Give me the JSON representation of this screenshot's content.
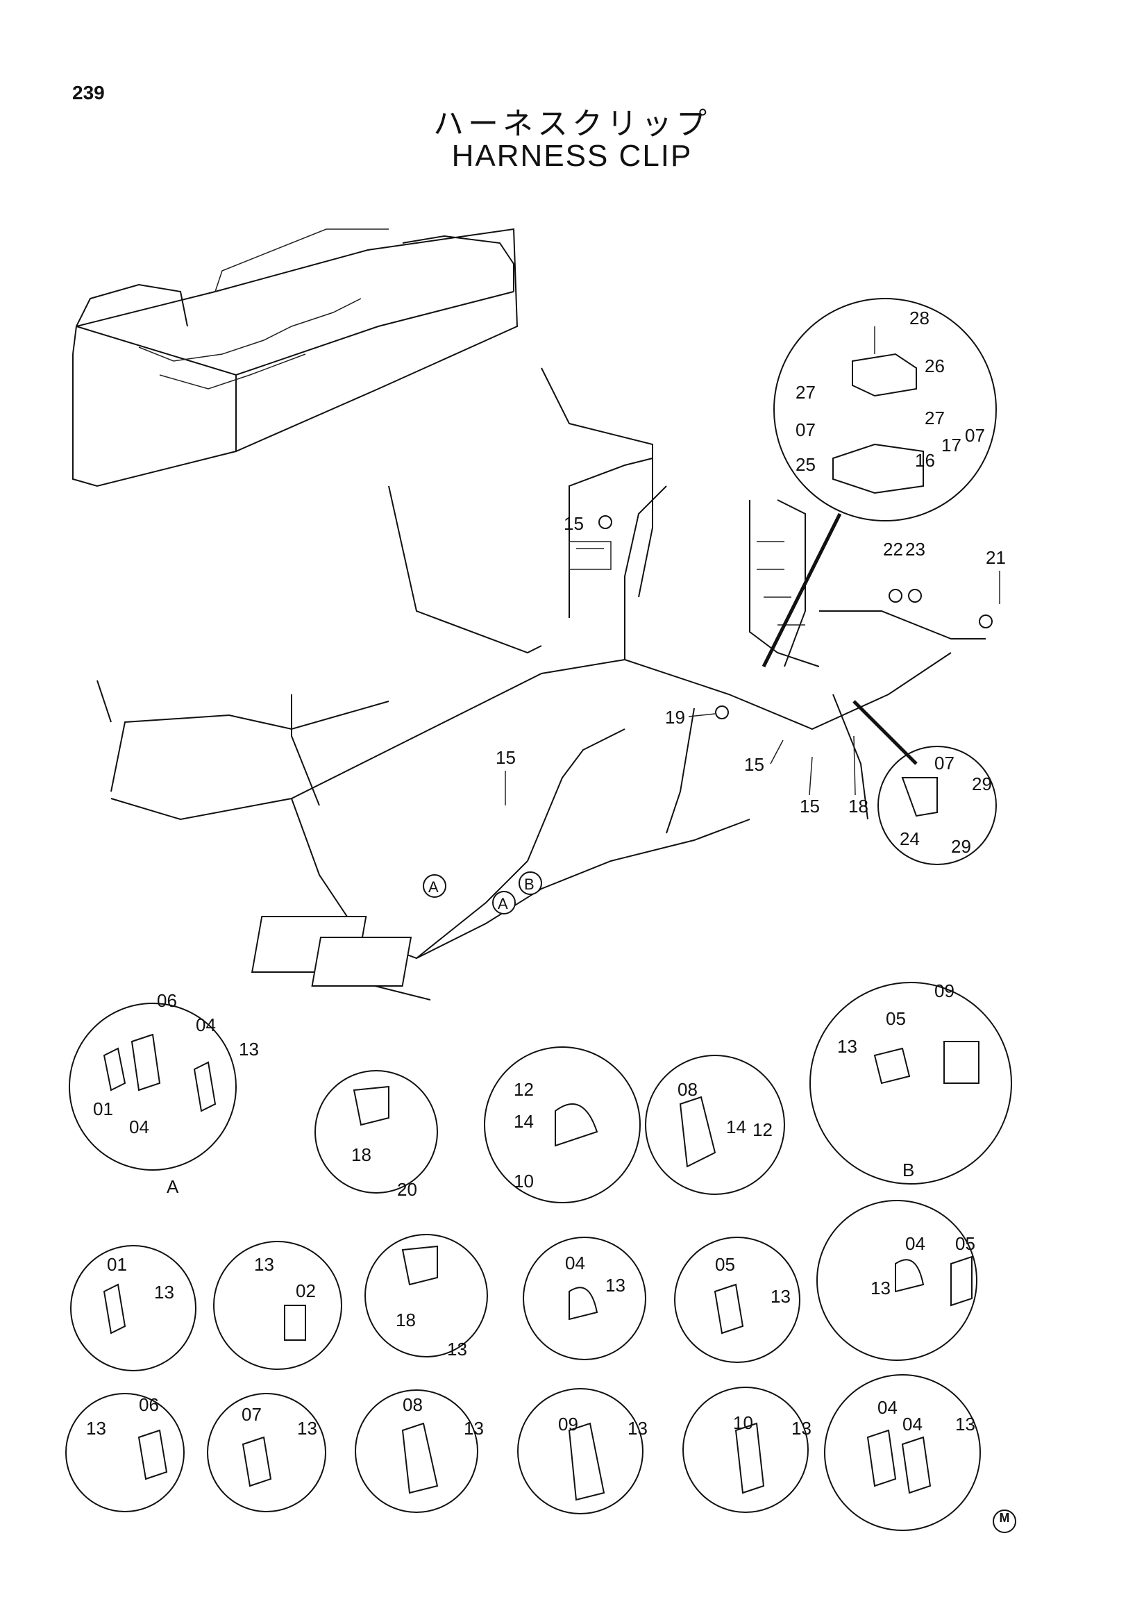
{
  "page_number": "239",
  "title_jp": "ハーネスクリップ",
  "title_en": "HARNESS CLIP",
  "main_callouts": [
    {
      "id": "c15a",
      "text": "15"
    },
    {
      "id": "c15b",
      "text": "15"
    },
    {
      "id": "c15c",
      "text": "15"
    },
    {
      "id": "c15d",
      "text": "15"
    },
    {
      "id": "c19",
      "text": "19"
    },
    {
      "id": "c18",
      "text": "18"
    },
    {
      "id": "c21",
      "text": "21"
    },
    {
      "id": "c22",
      "text": "22"
    },
    {
      "id": "c23",
      "text": "23"
    },
    {
      "id": "refA1",
      "text": "A"
    },
    {
      "id": "refA2",
      "text": "A"
    },
    {
      "id": "refB",
      "text": "B"
    }
  ],
  "details": [
    {
      "id": "d-top",
      "labels": [
        "28",
        "26",
        "27",
        "27",
        "07",
        "25",
        "16",
        "17",
        "07"
      ]
    },
    {
      "id": "d-right",
      "labels": [
        "07",
        "29",
        "24",
        "29"
      ]
    },
    {
      "id": "d-A",
      "caption": "A",
      "labels": [
        "06",
        "04",
        "13",
        "01",
        "04"
      ]
    },
    {
      "id": "d-18-20",
      "labels": [
        "18",
        "20"
      ]
    },
    {
      "id": "d-12-14-10",
      "labels": [
        "12",
        "14",
        "10"
      ]
    },
    {
      "id": "d-08-14-12",
      "labels": [
        "08",
        "14",
        "12"
      ]
    },
    {
      "id": "d-B",
      "caption": "B",
      "labels": [
        "09",
        "05",
        "13"
      ]
    },
    {
      "id": "d-01",
      "labels": [
        "01",
        "13"
      ]
    },
    {
      "id": "d-02",
      "labels": [
        "13",
        "02"
      ]
    },
    {
      "id": "d-18-13",
      "labels": [
        "18",
        "13"
      ]
    },
    {
      "id": "d-04",
      "labels": [
        "04",
        "13"
      ]
    },
    {
      "id": "d-05",
      "labels": [
        "05",
        "13"
      ]
    },
    {
      "id": "d-04-05",
      "labels": [
        "04",
        "05",
        "13"
      ]
    },
    {
      "id": "d-06",
      "labels": [
        "06",
        "13"
      ]
    },
    {
      "id": "d-07",
      "labels": [
        "07",
        "13"
      ]
    },
    {
      "id": "d-08",
      "labels": [
        "08",
        "13"
      ]
    },
    {
      "id": "d-09",
      "labels": [
        "09",
        "13"
      ]
    },
    {
      "id": "d-10",
      "labels": [
        "10",
        "13"
      ]
    },
    {
      "id": "d-04-04",
      "labels": [
        "04",
        "04",
        "13"
      ]
    }
  ],
  "corner_mark": "M"
}
